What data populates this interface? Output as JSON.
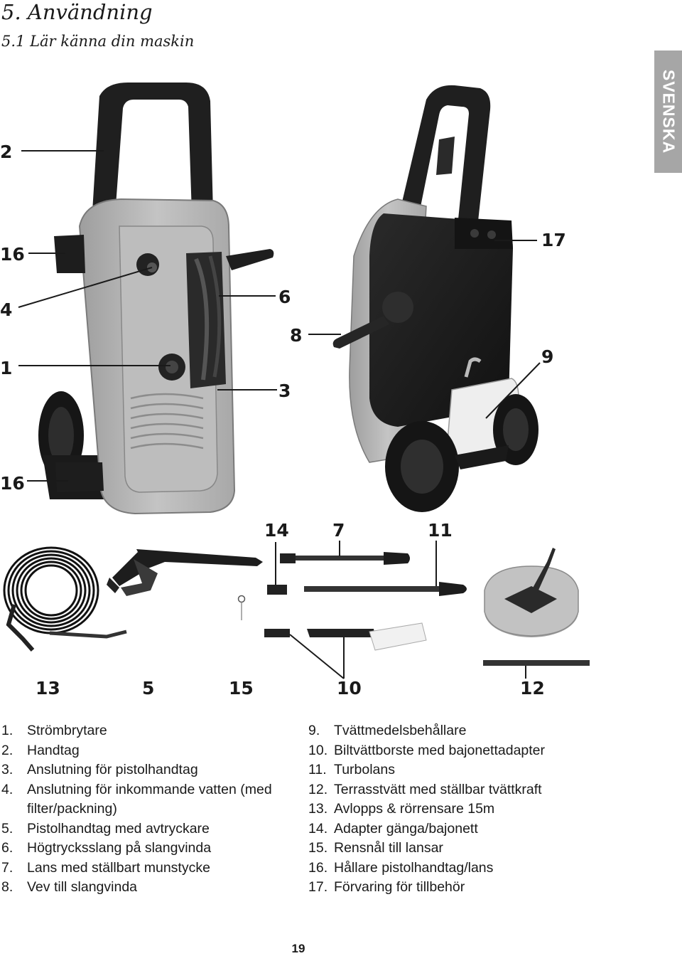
{
  "section_title": "5. Användning",
  "subsection_title": "5.1 Lär känna din maskin",
  "language_tab": "SVENSKA",
  "callouts": {
    "c1": "1",
    "c2": "2",
    "c3": "3",
    "c4": "4",
    "c6": "6",
    "c8": "8",
    "c9": "9",
    "c16a": "16",
    "c16b": "16",
    "c17": "17",
    "c14": "14",
    "c7": "7",
    "c11": "11",
    "c13": "13",
    "c5": "5",
    "c15": "15",
    "c10": "10",
    "c12": "12"
  },
  "parts_left": [
    {
      "num": "1.",
      "text": "Strömbrytare"
    },
    {
      "num": "2.",
      "text": "Handtag"
    },
    {
      "num": "3.",
      "text": "Anslutning för pistolhandtag"
    },
    {
      "num": "4.",
      "text": "Anslutning för inkommande vatten (med filter/packning)"
    },
    {
      "num": "5.",
      "text": "Pistolhandtag med avtryckare"
    },
    {
      "num": "6.",
      "text": "Högtrycksslang på slangvinda"
    },
    {
      "num": "7.",
      "text": "Lans med ställbart munstycke"
    },
    {
      "num": "8.",
      "text": "Vev till slangvinda"
    }
  ],
  "parts_right": [
    {
      "num": "9.",
      "text": "Tvättmedelsbehållare"
    },
    {
      "num": "10.",
      "text": "Biltvättborste med bajonettadapter"
    },
    {
      "num": "11.",
      "text": "Turbolans"
    },
    {
      "num": "12.",
      "text": "Terrasstvätt med ställbar tvättkraft"
    },
    {
      "num": "13.",
      "text": "Avlopps & rörrensare 15m"
    },
    {
      "num": "14.",
      "text": "Adapter gänga/bajonett"
    },
    {
      "num": "15.",
      "text": "Rensnål till lansar"
    },
    {
      "num": "16.",
      "text": "Hållare pistolhandtag/lans"
    },
    {
      "num": "17.",
      "text": "Förvaring för tillbehör"
    }
  ],
  "page_number": "19",
  "colors": {
    "housing_grey": "#b5b5b5",
    "plastic_black": "#1c1c1c",
    "tab_grey": "#a6a6a6"
  }
}
